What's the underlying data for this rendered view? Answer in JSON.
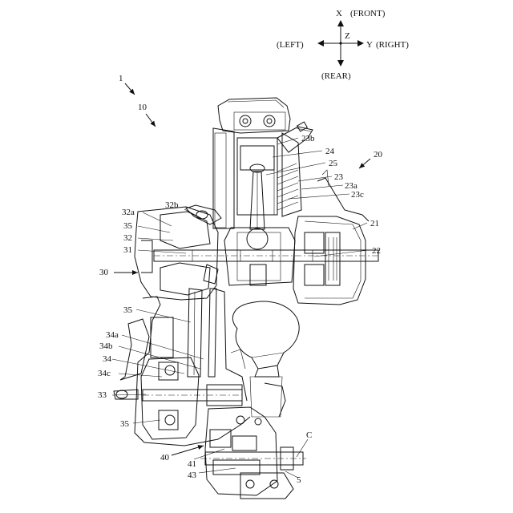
{
  "axes": {
    "x": "X",
    "x_desc": "(FRONT)",
    "z": "Z",
    "y": "Y",
    "y_desc": "(RIGHT)",
    "left": "(LEFT)",
    "rear": "(REAR)"
  },
  "refs": {
    "r1": "1",
    "r10": "10",
    "r20": "20",
    "r21": "21",
    "r22": "22",
    "r23": "23",
    "r23a": "23a",
    "r23b": "23b",
    "r23c": "23c",
    "r24": "24",
    "r25": "25",
    "r30": "30",
    "r31": "31",
    "r32": "32",
    "r32a": "32a",
    "r32b": "32b",
    "r33": "33",
    "r34": "34",
    "r34a": "34a",
    "r34b": "34b",
    "r34c": "34c",
    "r35a": "35",
    "r35b": "35",
    "r35c": "35",
    "r40": "40",
    "r41": "41",
    "r43": "43",
    "r5": "5",
    "rC": "C"
  }
}
